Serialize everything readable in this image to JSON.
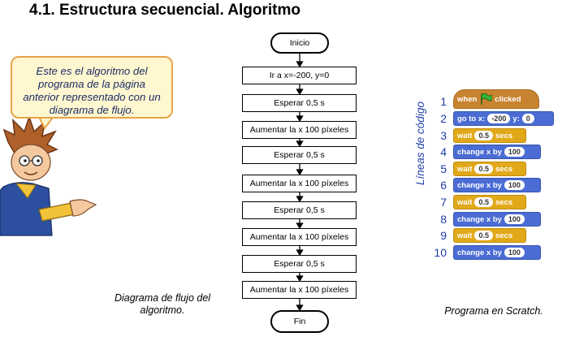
{
  "title": "4.1. Estructura secuencial. Algoritmo",
  "bubble_text": "Este es el algoritmo del programa de la página anterior representado con un diagrama de flujo.",
  "flowchart": {
    "start": "Inicio",
    "steps": [
      "Ir a x=-200, y=0",
      "Esperar 0,5 s",
      "Aumentar la x 100 píxeles",
      "Esperar 0,5 s",
      "Aumentar la x 100 píxeles",
      "Esperar 0,5 s",
      "Aumentar la x 100 píxeles",
      "Esperar 0,5 s",
      "Aumentar la x 100 píxeles"
    ],
    "end": "Fin",
    "caption": "Diagrama de flujo del algoritmo."
  },
  "scratch": {
    "vertical_label": "Líneas de código",
    "line_numbers": [
      "1",
      "2",
      "3",
      "4",
      "5",
      "6",
      "7",
      "8",
      "9",
      "10"
    ],
    "hat": {
      "when": "when",
      "clicked": "clicked",
      "icon": "green-flag-icon"
    },
    "goto": {
      "label1": "go to x:",
      "x": "-200",
      "label2": "y:",
      "y": "0"
    },
    "wait": {
      "label": "wait",
      "value": "0.5",
      "unit": "secs"
    },
    "change": {
      "label": "change x by",
      "value": "100"
    },
    "caption": "Programa en Scratch.",
    "colors": {
      "motion": "#4a6cd4",
      "control": "#e1a91a",
      "events": "#c88330",
      "line_numbers": "#1f3fa6"
    }
  }
}
